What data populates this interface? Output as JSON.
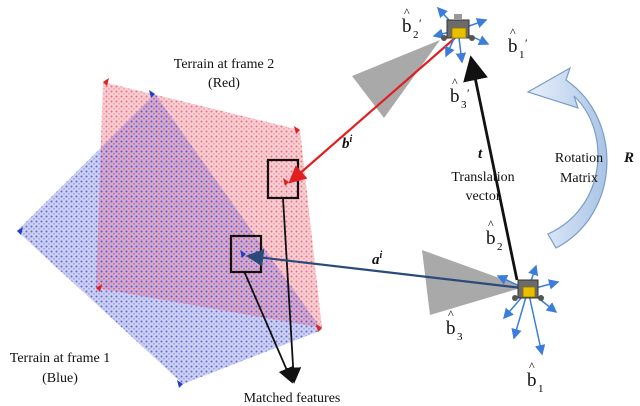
{
  "terrain": {
    "frame2_line1": "Terrain at frame 2",
    "frame2_line2": "(Red)",
    "frame1_line1": "Terrain at frame 1",
    "frame1_line2": "(Blue)",
    "red_color": "#f08080",
    "blue_color": "#7b7bdc",
    "overlap_color": "#a070c0"
  },
  "vectors": {
    "b_symbol": "b",
    "b_superscript": "i",
    "a_symbol": "a",
    "a_superscript": "i",
    "t_symbol": "t",
    "translation_line1": "Translation",
    "translation_line2": "vector",
    "rotation_line1": "Rotation",
    "rotation_line2": "Matrix",
    "R_symbol": "R",
    "b_arrow_color": "#e02020",
    "a_arrow_color": "#2a4a7a"
  },
  "matched_features_label": "Matched features",
  "bases": {
    "frame2": [
      "b̂′₁",
      "b̂′₂",
      "b̂′₃"
    ],
    "frame1": [
      "b̂₁",
      "b̂₂",
      "b̂₃"
    ],
    "b1p_base": "b",
    "b1p_sub": "1",
    "b1p_hat": "^",
    "b1p_prime": "′",
    "b2p_base": "b",
    "b2p_sub": "2",
    "b2p_hat": "^",
    "b2p_prime": "′",
    "b3p_base": "b",
    "b3p_sub": "3",
    "b3p_hat": "^",
    "b3p_prime": "′",
    "b1_base": "b",
    "b1_sub": "1",
    "b1_hat": "^",
    "b2_base": "b",
    "b2_sub": "2",
    "b2_hat": "^",
    "b3_base": "b",
    "b3_sub": "3",
    "b3_hat": "^"
  }
}
